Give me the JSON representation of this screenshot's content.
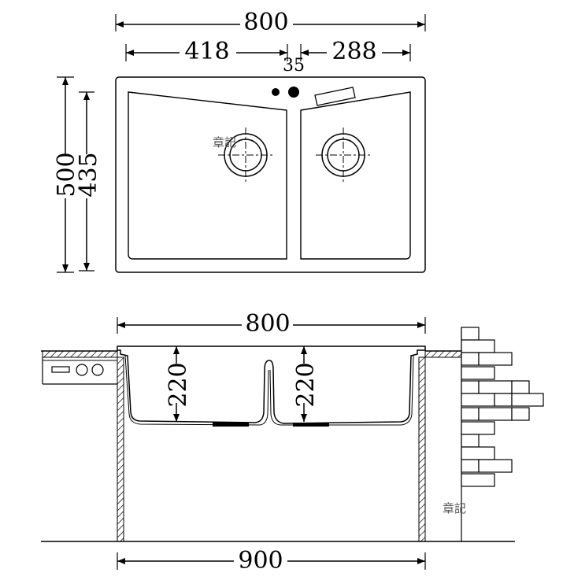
{
  "top_view": {
    "overall_width": "800",
    "left_bowl_width": "418",
    "right_bowl_width": "288",
    "divider_width": "35",
    "overall_depth": "500",
    "inner_depth": "435"
  },
  "side_view": {
    "overall_width": "800",
    "left_bowl_depth": "220",
    "right_bowl_depth": "220",
    "cabinet_width": "900"
  },
  "watermark": "章記"
}
